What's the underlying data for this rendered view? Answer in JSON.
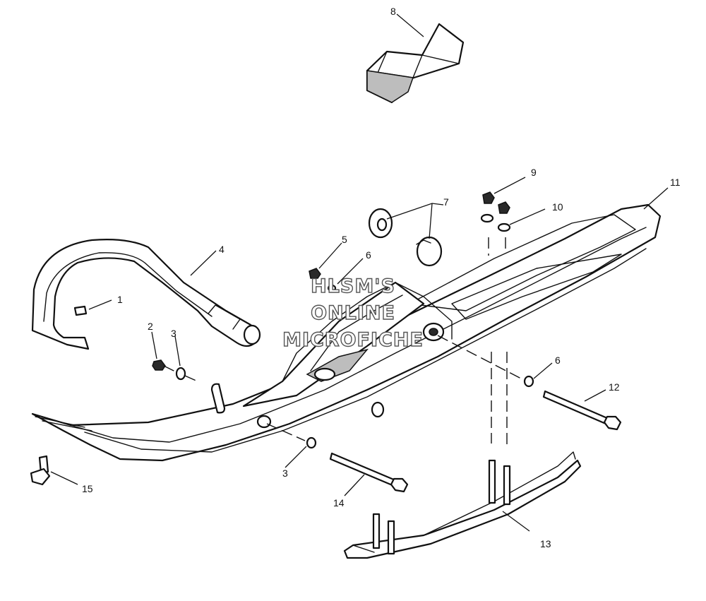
{
  "diagram": {
    "callouts": [
      "1",
      "2",
      "3",
      "4",
      "5",
      "6",
      "7",
      "8",
      "9",
      "10",
      "11",
      "12",
      "13",
      "14",
      "15",
      "3",
      "6"
    ]
  },
  "watermark": {
    "line1": "HLSM'S",
    "line2": "ONLINE",
    "line3": "MICROFICHE"
  },
  "colors": {
    "line": "#111111",
    "background": "#ffffff",
    "watermark_outline": "#555555"
  }
}
